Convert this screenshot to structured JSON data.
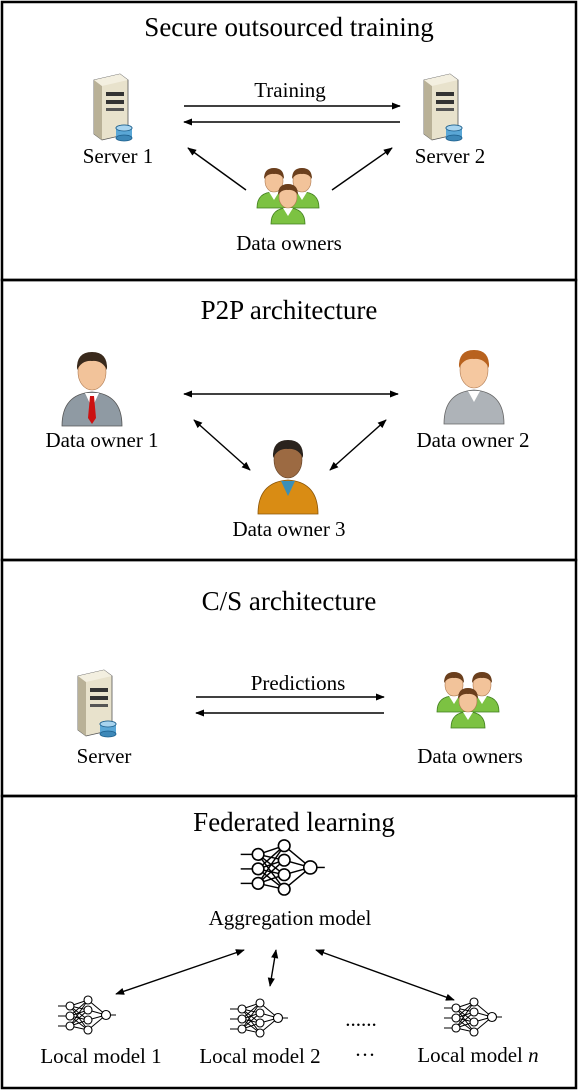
{
  "panels": [
    {
      "title": "Secure outsourced training",
      "server1": "Server 1",
      "server2": "Server 2",
      "arrow_label": "Training",
      "owners": "Data owners"
    },
    {
      "title": "P2P architecture",
      "owner1": "Data owner 1",
      "owner2": "Data owner 2",
      "owner3": "Data owner 3"
    },
    {
      "title": "C/S architecture",
      "server": "Server",
      "arrow_label": "Predictions",
      "owners": "Data owners"
    },
    {
      "title": "Federated learning",
      "aggregation": "Aggregation model",
      "local1": "Local model 1",
      "local2": "Local model 2",
      "local_n_prefix": "Local model ",
      "local_n_var": "n",
      "dots_upper": "......",
      "dots_lower": "···"
    }
  ],
  "colors": {
    "server_body": "#d9d2b8",
    "server_drive": "#5aa7d6",
    "group_shirt": "#7cc242",
    "person1_suit": "#8f9aa3",
    "person1_tie": "#cc1111",
    "person2_suit": "#aeb3b8",
    "person3_suit": "#d98c14",
    "skin": "#f2c39a",
    "hair_dark": "#3a2a1c"
  },
  "icons": [
    "server-icon",
    "data-owners-group-icon",
    "businessman-icon",
    "neural-network-icon"
  ]
}
